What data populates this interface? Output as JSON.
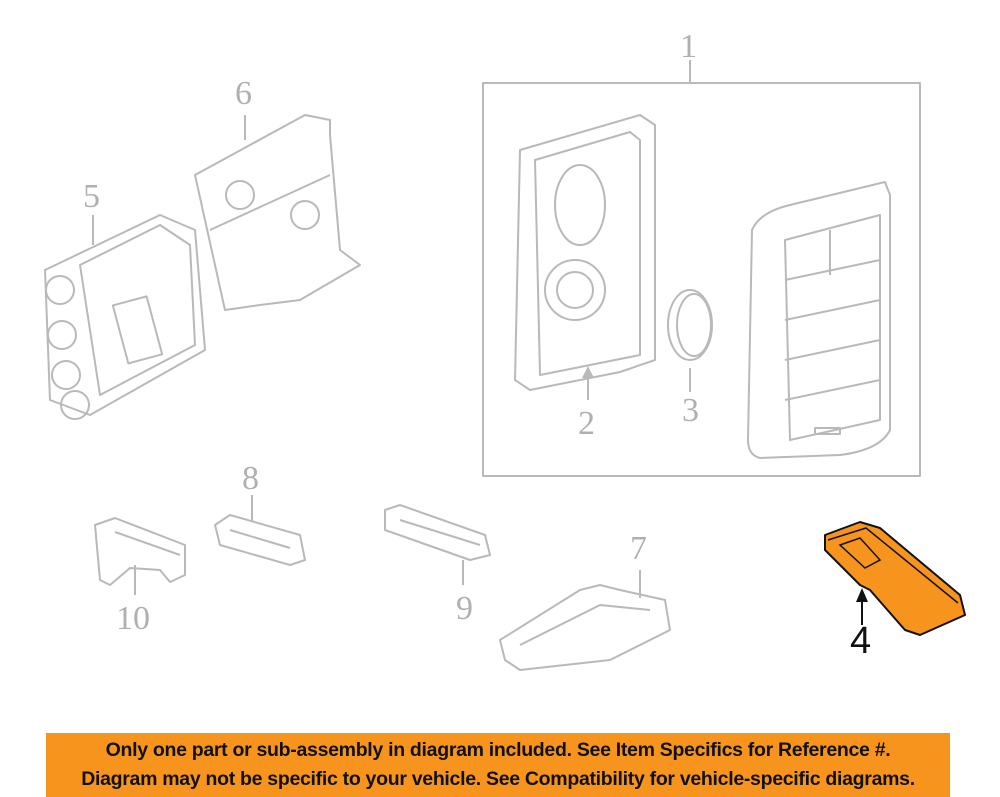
{
  "callouts": {
    "c1": "1",
    "c2": "2",
    "c3": "3",
    "c4": "4",
    "c5": "5",
    "c6": "6",
    "c7": "7",
    "c8": "8",
    "c9": "9",
    "c10": "10"
  },
  "highlighted_part": "4",
  "colors": {
    "highlight": "#f7941d",
    "line": "#b9b9b9",
    "banner": "#f7941d"
  },
  "banner": {
    "line1": "Only one part or sub-assembly in diagram included. See Item Specifics for Reference #.",
    "line2": "Diagram may not be specific to your vehicle. See Compatibility for vehicle-specific diagrams."
  }
}
